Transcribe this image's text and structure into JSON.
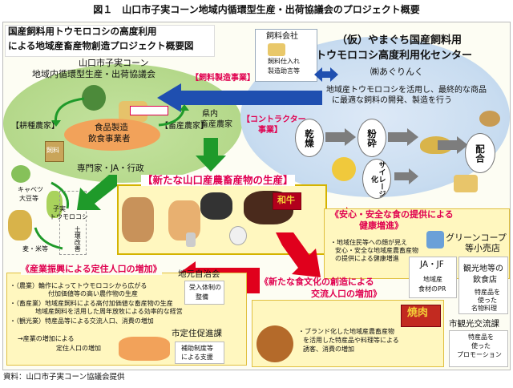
{
  "caption": "図１　山口市子実コーン地域内循環型生産・出荷協議会のプロジェクト概要",
  "title": {
    "line1": "国産飼料用トウモロコシの高度利用",
    "line2": "による地域産畜産物創造プロジェクト概要図"
  },
  "council": {
    "line1": "山口市子実コーン",
    "line2": "地域内循環型生産・出荷協議会"
  },
  "feed_company": {
    "line1": "飼料会社",
    "line2": "飼料仕入れ",
    "line3": "製造助言等"
  },
  "center": {
    "line1": "（仮）やまぐち国産飼料用",
    "line2": "トウモロコシ高度利用化センター",
    "operator": "㈱あぐりんく",
    "desc1": "地域産トウモロコシを活用し、最終的な商品",
    "desc2": "に最適な飼料の開発、製造を行う"
  },
  "steps": {
    "dry": "乾燥",
    "crush": "粉砕",
    "silage": "サイレージ化",
    "mix": "配合"
  },
  "labels": {
    "feed_business": "【飼料製造事業】",
    "contractor1": "【コントラクター",
    "contractor2": "事業】",
    "crop_farmer": "【耕種農家】",
    "livestock_farmer": "【畜産農家】",
    "food_makers1": "食品製造",
    "food_makers2": "飲食事業者",
    "prefecture1": "県内",
    "prefecture2": "畜産農家",
    "experts": "専門家・JA・行政",
    "feed_bag": "飼料"
  },
  "crops": {
    "cabbage1": "キャベツ",
    "cabbage2": "大豆等",
    "corn1": "子実",
    "corn2": "トウモロコシ",
    "wheat": "麦・米等",
    "soil": "土壌改善"
  },
  "new_product": "【新たな山口産農畜産物の生産】",
  "wagyu": "和牛",
  "safety": {
    "head1": "《安心・安全な食の提供による",
    "head2": "健康増進》",
    "bullet1": "・地域住民等への顔が見え",
    "bullet2": "安心・安全な地域産農畜産物",
    "bullet3": "の提供による健康増進"
  },
  "green_coop": {
    "line1": "グリーンコープ",
    "line2": "等小売店"
  },
  "ja": {
    "line1": "JA・JF",
    "line2": "地域産",
    "line3": "食材のPR"
  },
  "tourism": {
    "line1": "観光地等の",
    "line2": "飲食店",
    "line3": "特産品を",
    "line4": "使った",
    "line5": "名物料理"
  },
  "employment": {
    "head": "《産業振興による定住人口の増加》",
    "b1": "・（農業）輪作によってトウモロコシから広がる",
    "b1b": "付加価値等の高い農作物の生産",
    "b2": "・（畜産業）地域産飼料による高付加価値な畜産物の生産",
    "b2b": "地域産飼料を活用した周年放牧による効率的な経営",
    "b3": "・（観光業）特産品等による交流人口、消費の増加",
    "b4": "→産業の増加による",
    "b4b": "定住人口の増加"
  },
  "autonomy": {
    "line1": "地元自治会",
    "line2": "受入体制の",
    "line3": "整備"
  },
  "settlement": {
    "line1": "市定住促進課",
    "line2": "補助制度等",
    "line3": "による支援"
  },
  "exchange": {
    "head1": "《新たな食文化の創造による",
    "head2": "交流人口の増加》",
    "b1": "・ブランド化した地域産農畜産物",
    "b2": "を活用した特産品や料理等による",
    "b3": "誘客、消費の増加"
  },
  "yakiniku": "焼肉",
  "tourism_section": {
    "line1": "市観光交流課",
    "line2": "特産品を",
    "line3": "使った",
    "line4": "プロモーション"
  },
  "source": "資料：山口市子実コーン協議会提供",
  "colors": {
    "red": "#e0004f",
    "green": "#1f9a2a",
    "blue": "#1f4fb0",
    "orange": "#f2a25a"
  }
}
